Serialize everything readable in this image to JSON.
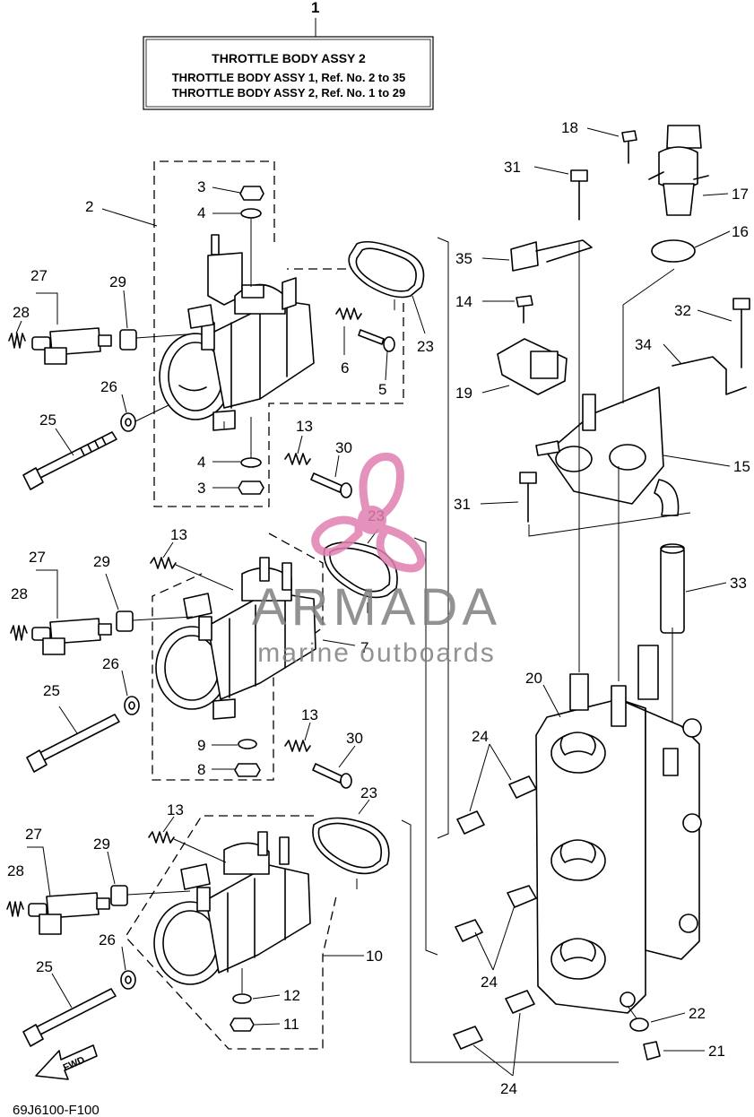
{
  "title_box": {
    "ref_number": "1",
    "line1": "THROTTLE  BODY ASSY 2",
    "line2": "THROTTLE BODY ASSY 1, Ref. No. 2 to 35",
    "line3": "THROTTLE BODY ASSY 2, Ref. No. 1 to 29"
  },
  "watermark": {
    "brand": "ARMADA",
    "tagline": "marine outboards",
    "logo_color": "#e07fb0",
    "text_color": "#808080"
  },
  "direction_arrow": {
    "label": "FWD"
  },
  "drawing_code": "69J6100-F100",
  "callouts": {
    "c2": "2",
    "c3a": "3",
    "c4a": "4",
    "c27a": "27",
    "c28a": "28",
    "c29a": "29",
    "c26a": "26",
    "c25a": "25",
    "c6": "6",
    "c5": "5",
    "c23a": "23",
    "c13a": "13",
    "c30a": "30",
    "c4b": "4",
    "c3b": "3",
    "c13b": "13",
    "c23b": "23",
    "c27b": "27",
    "c28b": "28",
    "c29b": "29",
    "c7": "7",
    "c26b": "26",
    "c25b": "25",
    "c13c": "13",
    "c30b": "30",
    "c9": "9",
    "c8": "8",
    "c23c": "23",
    "c13d": "13",
    "c27c": "27",
    "c28c": "28",
    "c29c": "29",
    "c26c": "26",
    "c25c": "25",
    "c10": "10",
    "c12": "12",
    "c11": "11",
    "c18": "18",
    "c31a": "31",
    "c17": "17",
    "c16": "16",
    "c35": "35",
    "c14": "14",
    "c32": "32",
    "c34": "34",
    "c19": "19",
    "c15": "15",
    "c31b": "31",
    "c33": "33",
    "c20": "20",
    "c24a": "24",
    "c24b": "24",
    "c24c": "24",
    "c22": "22",
    "c21": "21"
  }
}
